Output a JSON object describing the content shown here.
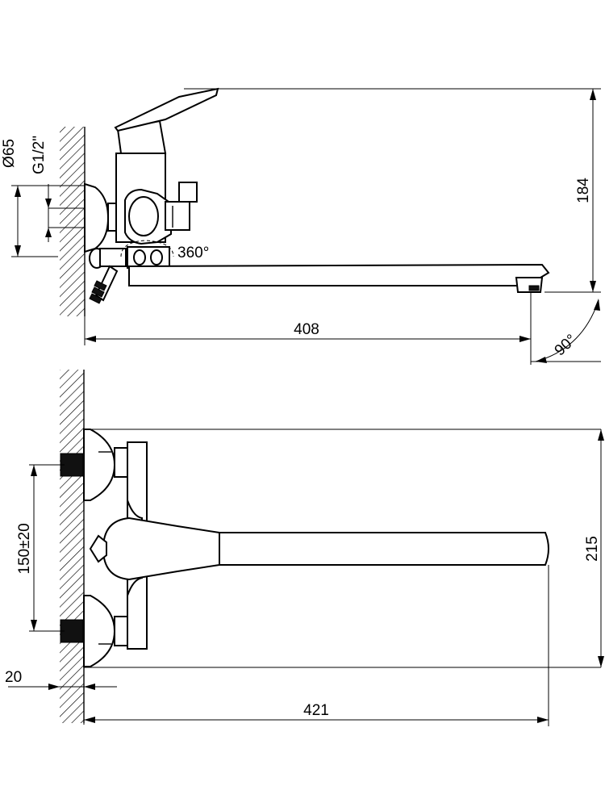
{
  "side_view": {
    "dim_height": "184",
    "dim_length": "408",
    "dim_rotation": "360°",
    "dim_angle": "90°",
    "dim_diameter": "Ø65",
    "dim_thread": "G1/2\""
  },
  "top_view": {
    "dim_width": "215",
    "dim_length": "421",
    "dim_spacing": "150±20",
    "dim_offset": "20"
  }
}
